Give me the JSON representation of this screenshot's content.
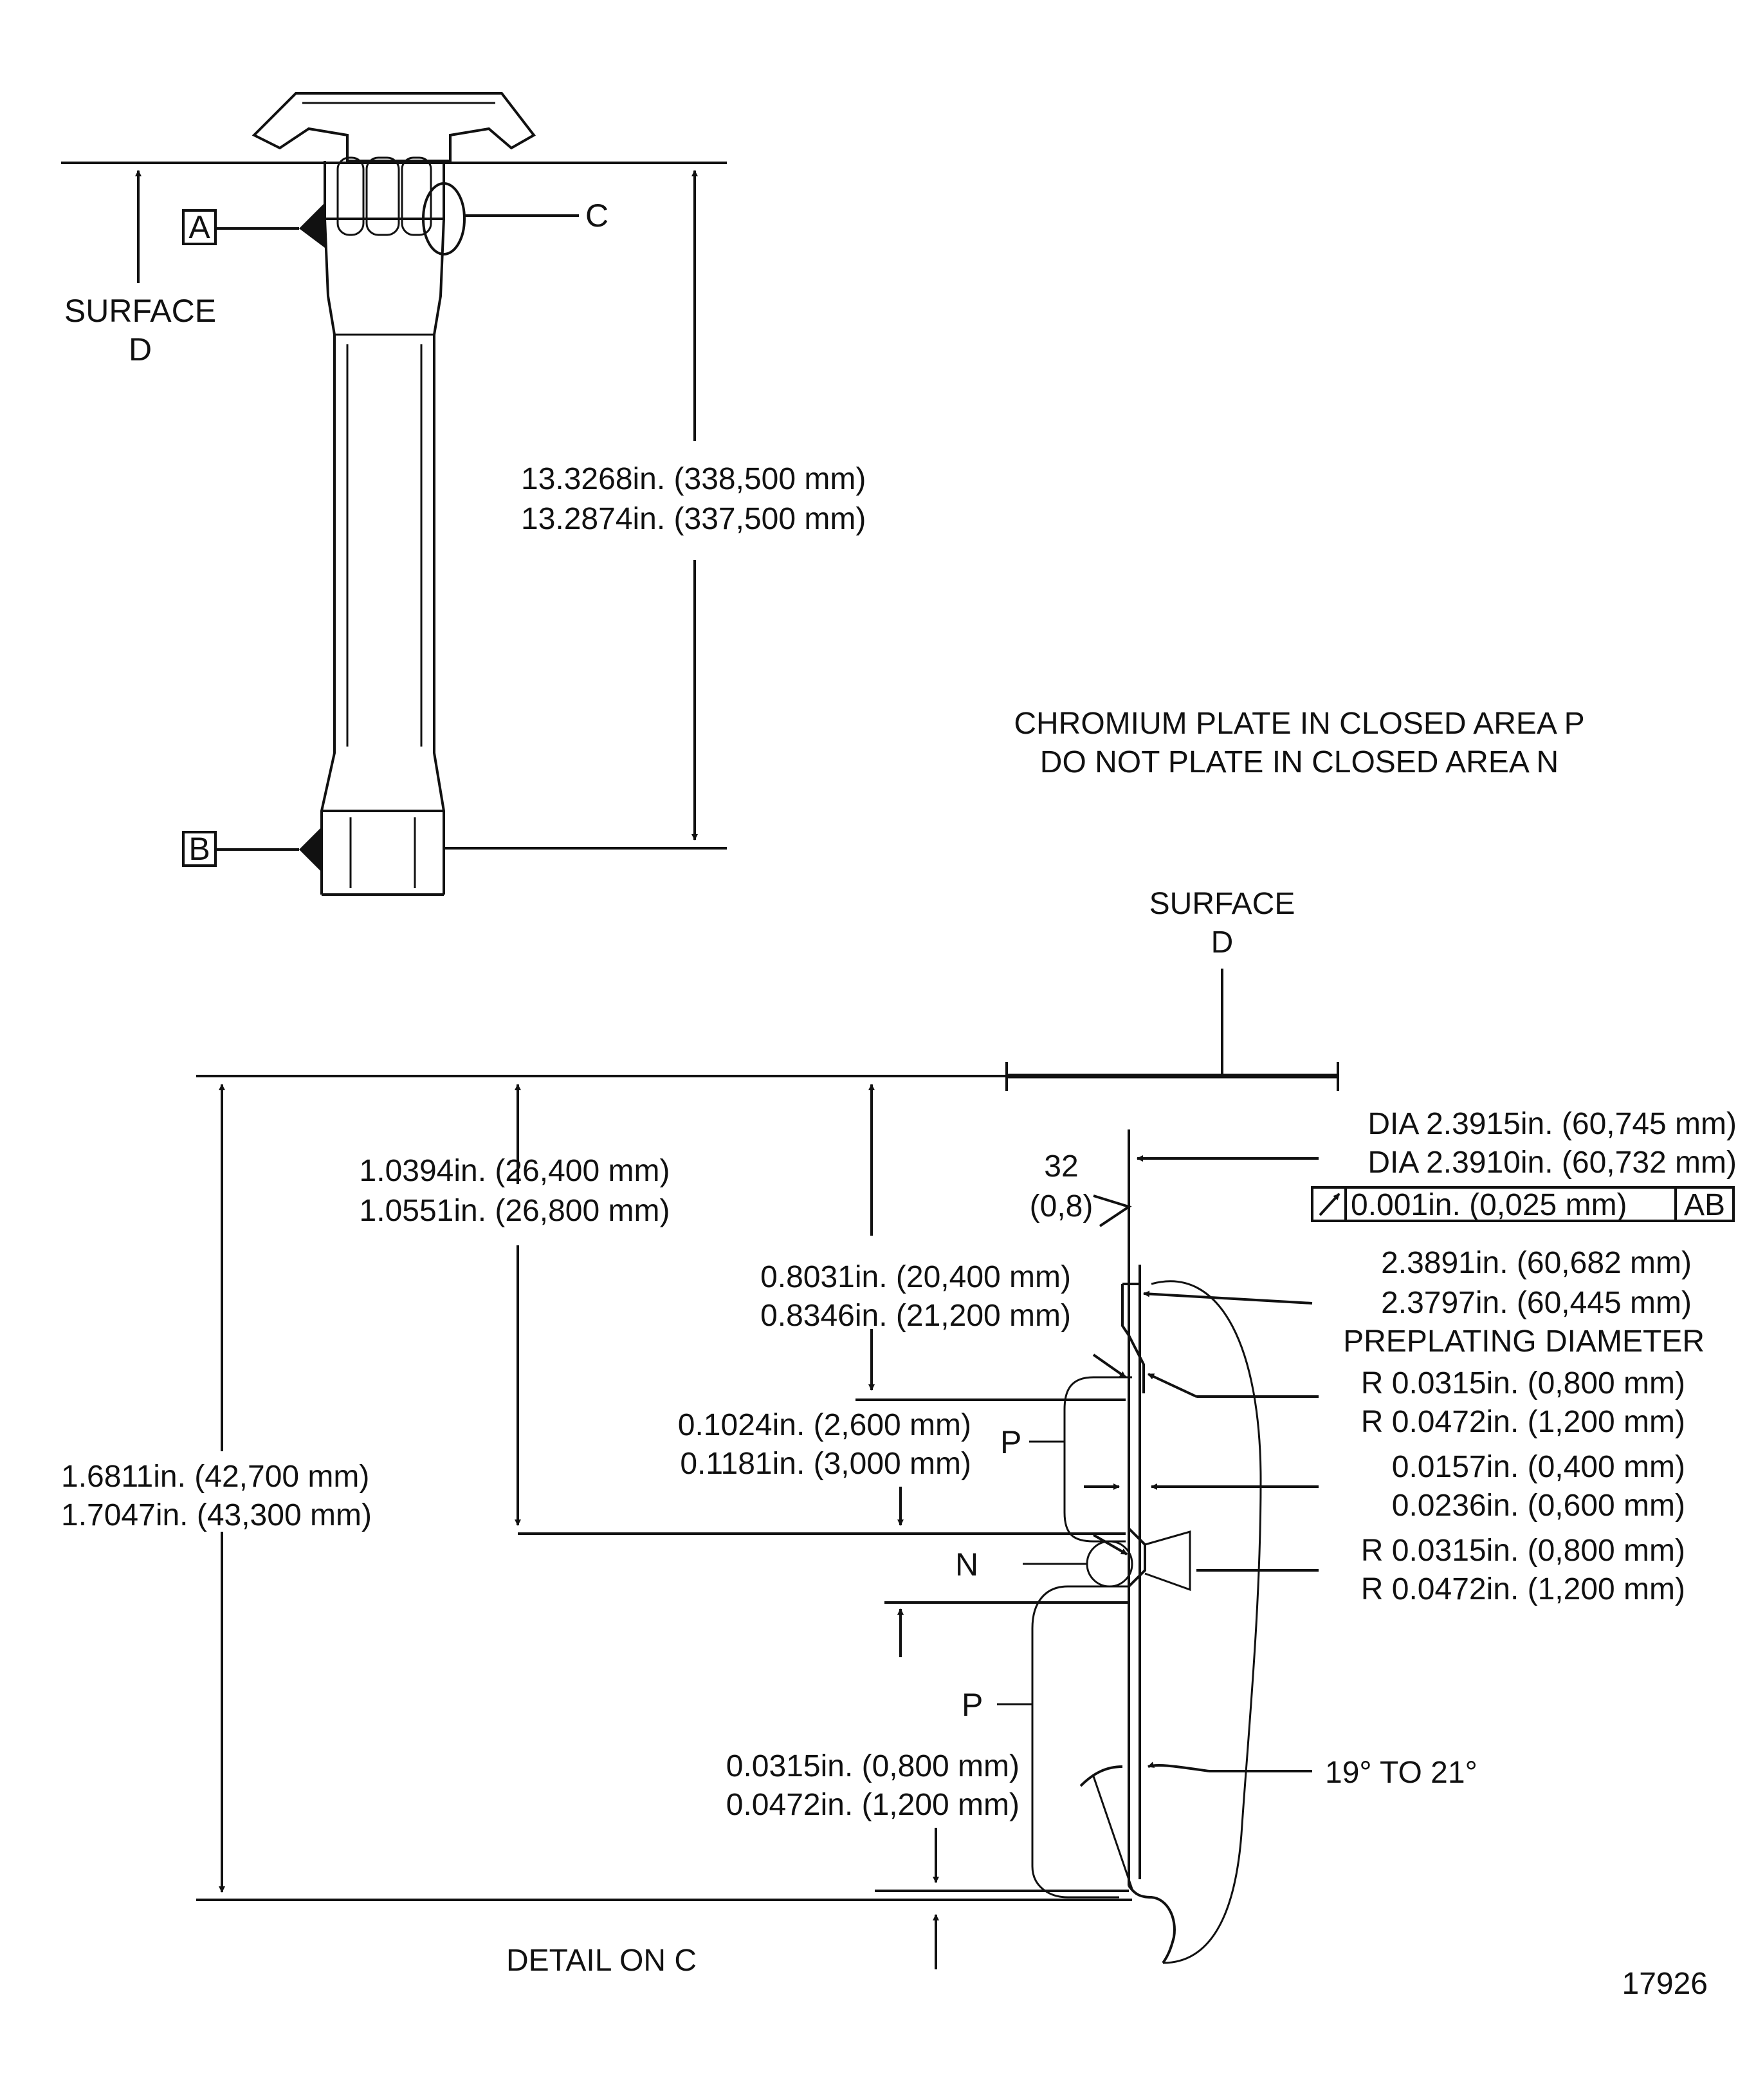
{
  "labels": {
    "datum_a": "A",
    "datum_b": "B",
    "detail_c": "C",
    "surface_d_top": [
      "SURFACE",
      "D"
    ],
    "surface_d_detail": [
      "SURFACE",
      "D"
    ],
    "area_p_upper": "P",
    "area_n": "N",
    "area_p_lower": "P"
  },
  "notes": {
    "plating_note": [
      "CHROMIUM PLATE IN CLOSED AREA P",
      "DO NOT PLATE IN CLOSED AREA N"
    ],
    "detail_title": "DETAIL ON C",
    "figure_number": "17926",
    "preplating_label": "PREPLATING DIAMETER",
    "angle": "19° TO 21°"
  },
  "dimensions": {
    "overall_length": [
      "13.3268in. (338,500 mm)",
      "13.2874in. (337,500 mm)"
    ],
    "d1": [
      "1.0394in. (26,400 mm)",
      "1.0551in. (26,800 mm)"
    ],
    "d2": [
      "0.8031in. (20,400 mm)",
      "0.8346in. (21,200 mm)"
    ],
    "d3": [
      "0.1024in. (2,600 mm)",
      "0.1181in. (3,000 mm)"
    ],
    "d4": [
      "1.6811in. (42,700 mm)",
      "1.7047in. (43,300 mm)"
    ],
    "d5": [
      "0.0315in. (0,800 mm)",
      "0.0472in. (1,200 mm)"
    ],
    "dia": [
      "DIA 2.3915in. (60,745 mm)",
      "DIA 2.3910in. (60,732 mm)"
    ],
    "runout": {
      "value": "0.001in. (0,025 mm)",
      "datums": "AB"
    },
    "preplating": [
      "2.3891in. (60,682 mm)",
      "2.3797in. (60,445 mm)"
    ],
    "radius_1": [
      "R 0.0315in. (0,800 mm)",
      "R 0.0472in. (1,200 mm)"
    ],
    "thickness": [
      "0.0157in. (0,400 mm)",
      "0.0236in. (0,600 mm)"
    ],
    "radius_2": [
      "R 0.0315in. (0,800 mm)",
      "R 0.0472in. (1,200 mm)"
    ],
    "finish": [
      "32",
      "(0,8)"
    ]
  }
}
